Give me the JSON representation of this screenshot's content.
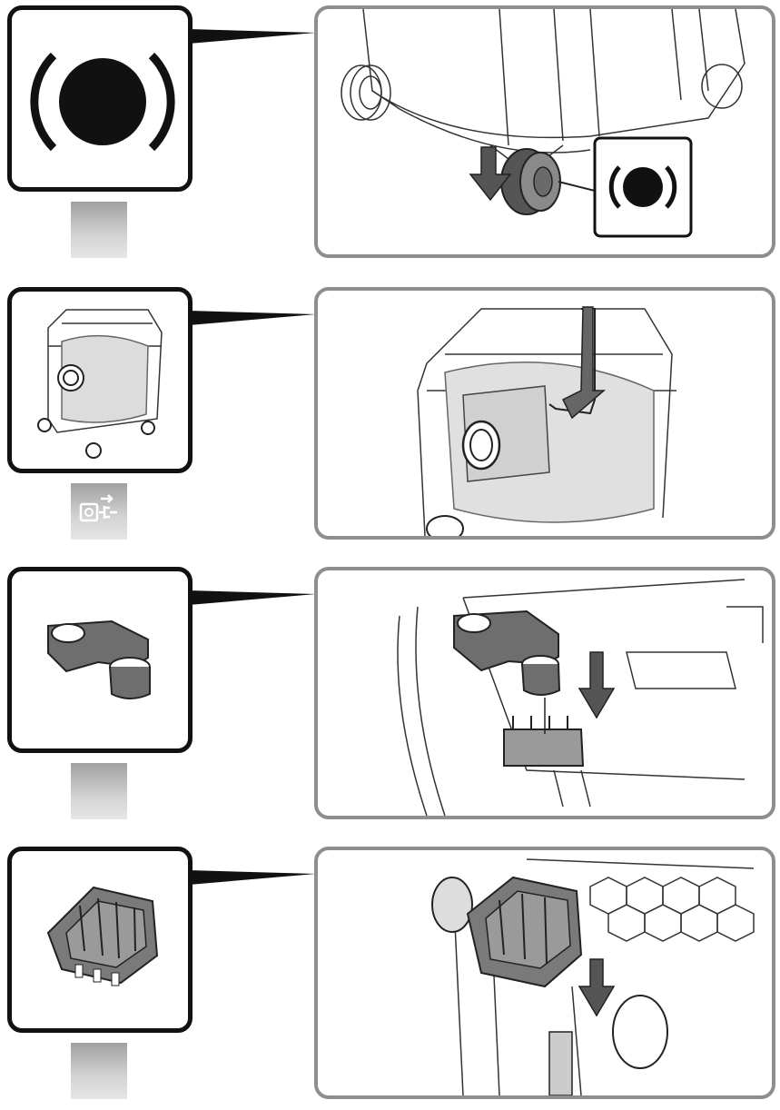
{
  "steps": [
    {
      "id": 1,
      "thumb_icon": "wheel-brake-symbol-icon",
      "detail": "caster-brake-press",
      "tab_icon": null
    },
    {
      "id": 2,
      "thumb_icon": "container-with-bag-icon",
      "detail": "insert-dust-bag",
      "tab_icon": "unplug-power-icon"
    },
    {
      "id": 3,
      "thumb_icon": "hose-holder-part-icon",
      "detail": "mount-hose-holder",
      "tab_icon": null
    },
    {
      "id": 4,
      "thumb_icon": "accessory-bracket-part-icon",
      "detail": "mount-accessory-bracket",
      "tab_icon": null
    }
  ],
  "colors": {
    "frame_outline": "#111111",
    "detail_border": "#8e8e8e",
    "part_gray": "#6e6e6e",
    "tab_gray": "#b5b5b5"
  }
}
